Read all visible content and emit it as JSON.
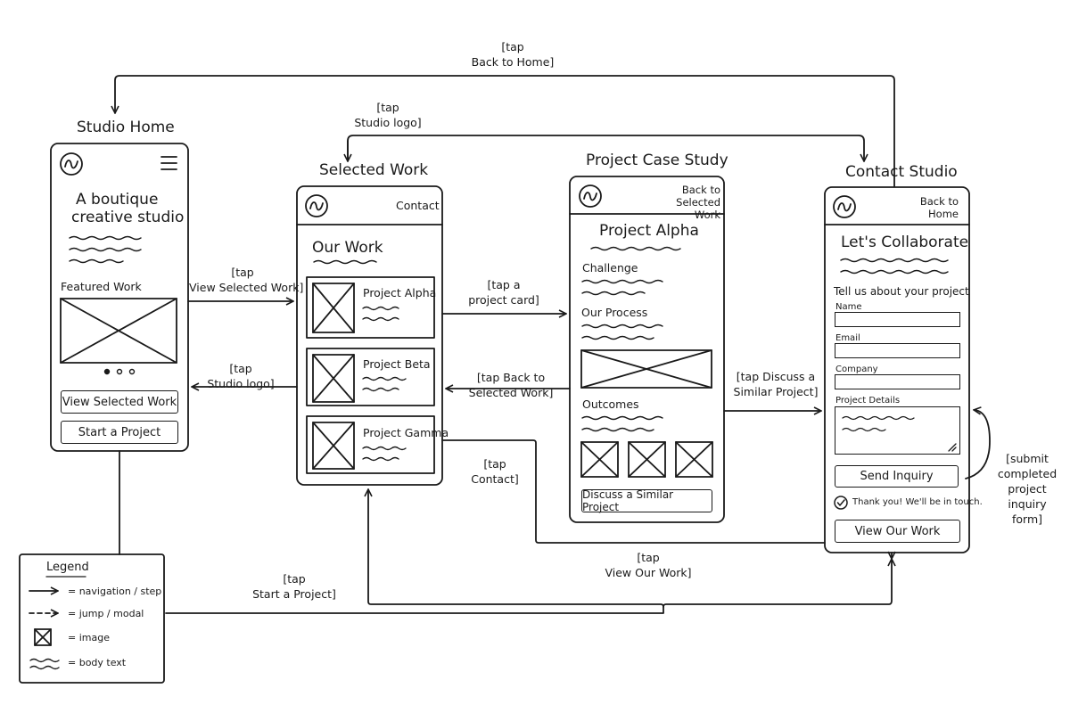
{
  "screens": {
    "home": {
      "title": "Studio Home",
      "headline_1": "A boutique",
      "headline_2": "creative studio",
      "featured_label": "Featured Work",
      "btn_view_work": "View Selected Work",
      "btn_start_project": "Start a Project"
    },
    "work": {
      "title": "Selected Work",
      "nav_contact": "Contact",
      "heading": "Our Work",
      "cards": [
        "Project Alpha",
        "Project Beta",
        "Project Gamma"
      ]
    },
    "case": {
      "title": "Project Case Study",
      "nav_back_1": "Back to",
      "nav_back_2": "Selected Work",
      "heading": "Project Alpha",
      "challenge": "Challenge",
      "process": "Our Process",
      "outcomes": "Outcomes",
      "btn_discuss": "Discuss a Similar Project"
    },
    "contact": {
      "title": "Contact Studio",
      "nav_back_1": "Back to",
      "nav_back_2": "Home",
      "heading": "Let's Collaborate",
      "intro": "Tell us about your project",
      "field_name": "Name",
      "field_email": "Email",
      "field_company": "Company",
      "field_details": "Project Details",
      "btn_send": "Send Inquiry",
      "confirmation": "Thank you! We'll be in touch.",
      "btn_view_work": "View Our Work"
    }
  },
  "flows": {
    "back_home": "[tap\nBack to Home]",
    "studio_logo_top": "[tap\nStudio logo]",
    "view_selected": "[tap\nView Selected Work]",
    "studio_logo_back": "[tap\nStudio logo]",
    "project_card": "[tap a\nproject card]",
    "back_selected": "[tap Back to\nSelected Work]",
    "discuss": "[tap Discuss a\nSimilar Project]",
    "contact": "[tap\nContact]",
    "view_our_work": "[tap\nView Our Work]",
    "start_project": "[tap\nStart a Project]",
    "submit": "[submit\ncompleted\nproject\ninquiry\nform]"
  },
  "legend": {
    "title": "Legend",
    "items": [
      "= navigation / step",
      "= jump / modal",
      "= image",
      "= body text"
    ]
  }
}
